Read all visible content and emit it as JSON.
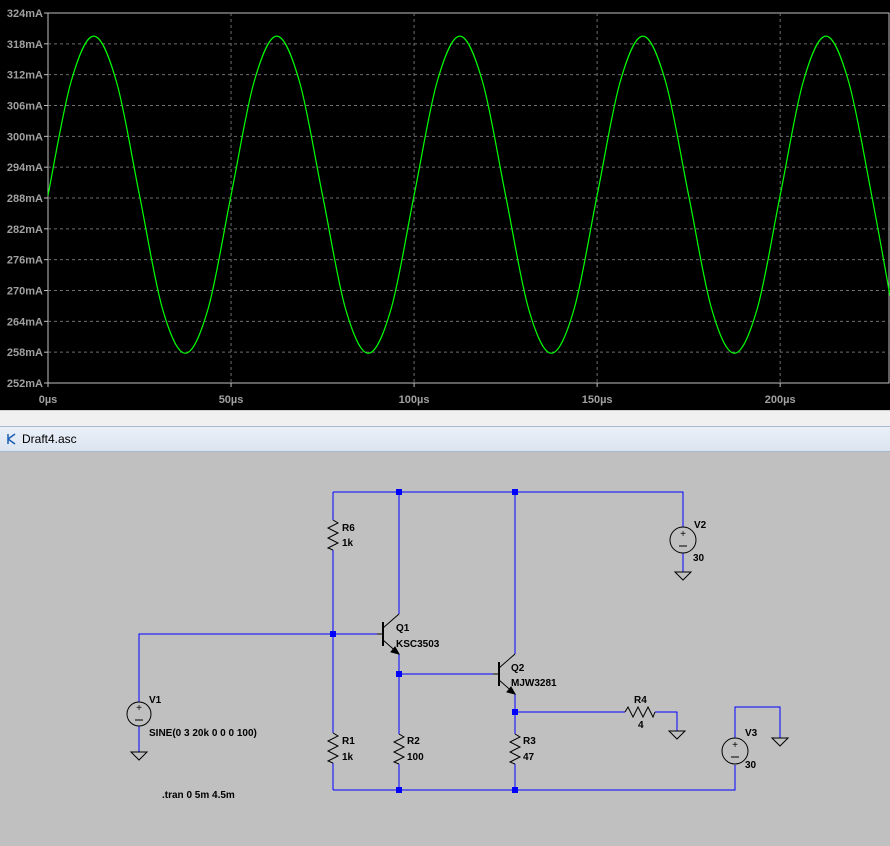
{
  "chart_data": {
    "type": "line",
    "title": "",
    "xlabel": "",
    "ylabel": "",
    "xlim": [
      0,
      230
    ],
    "ylim": [
      252,
      324
    ],
    "x_ticks": [
      0,
      50,
      100,
      150,
      200
    ],
    "x_tick_labels": [
      "0µs",
      "50µs",
      "100µs",
      "150µs",
      "200µs"
    ],
    "y_ticks": [
      324,
      318,
      312,
      306,
      300,
      294,
      288,
      282,
      276,
      270,
      264,
      258,
      252
    ],
    "y_tick_labels": [
      "324mA",
      "318mA",
      "312mA",
      "306mA",
      "300mA",
      "294mA",
      "288mA",
      "282mA",
      "276mA",
      "270mA",
      "264mA",
      "258mA",
      "252mA"
    ],
    "grid": true,
    "series": [
      {
        "color": "#00ff00",
        "x": [
          0,
          6.25,
          12.5,
          18.75,
          25,
          31.25,
          37.5,
          43.75,
          50,
          56.25,
          62.5,
          68.75,
          75,
          81.25,
          87.5,
          93.75,
          100,
          106.25,
          112.5,
          118.75,
          125,
          131.25,
          137.5,
          143.75,
          150,
          156.25,
          162.5,
          168.75,
          175,
          181.25,
          187.5,
          193.75,
          200,
          206.25,
          212.5,
          218.75,
          225,
          230
        ],
        "values": [
          288.5,
          310.5,
          319.5,
          310.5,
          288.5,
          266.5,
          257.8,
          266.5,
          288.5,
          310.5,
          319.5,
          310.5,
          288.5,
          266.5,
          257.8,
          266.5,
          288.5,
          310.5,
          319.5,
          310.5,
          288.5,
          266.5,
          257.8,
          266.5,
          288.5,
          310.5,
          319.5,
          310.5,
          288.5,
          266.5,
          257.8,
          266.5,
          288.5,
          310.5,
          319.5,
          310.5,
          288.5,
          269.0
        ]
      }
    ]
  },
  "tab": {
    "title": "Draft4.asc"
  },
  "components": {
    "r6": {
      "name": "R6",
      "value": "1k"
    },
    "r1": {
      "name": "R1",
      "value": "1k"
    },
    "r2": {
      "name": "R2",
      "value": "100"
    },
    "r3": {
      "name": "R3",
      "value": "47"
    },
    "r4": {
      "name": "R4",
      "value": "4"
    },
    "q1": {
      "name": "Q1",
      "value": "KSC3503"
    },
    "q2": {
      "name": "Q2",
      "value": "MJW3281"
    },
    "v1": {
      "name": "V1",
      "value": "SINE(0 3 20k 0 0 0 100)"
    },
    "v2": {
      "name": "V2",
      "value": "30"
    },
    "v3": {
      "name": "V3",
      "value": "30"
    }
  },
  "directive": ".tran 0 5m 4.5m",
  "colors": {
    "wire": "#0000ff",
    "component": "#000000",
    "plot_bg": "#000000",
    "trace": "#00ff00",
    "grid": "#808080",
    "axis_text": "#a0a0a0",
    "schematic_bg": "#c0c0c0"
  }
}
